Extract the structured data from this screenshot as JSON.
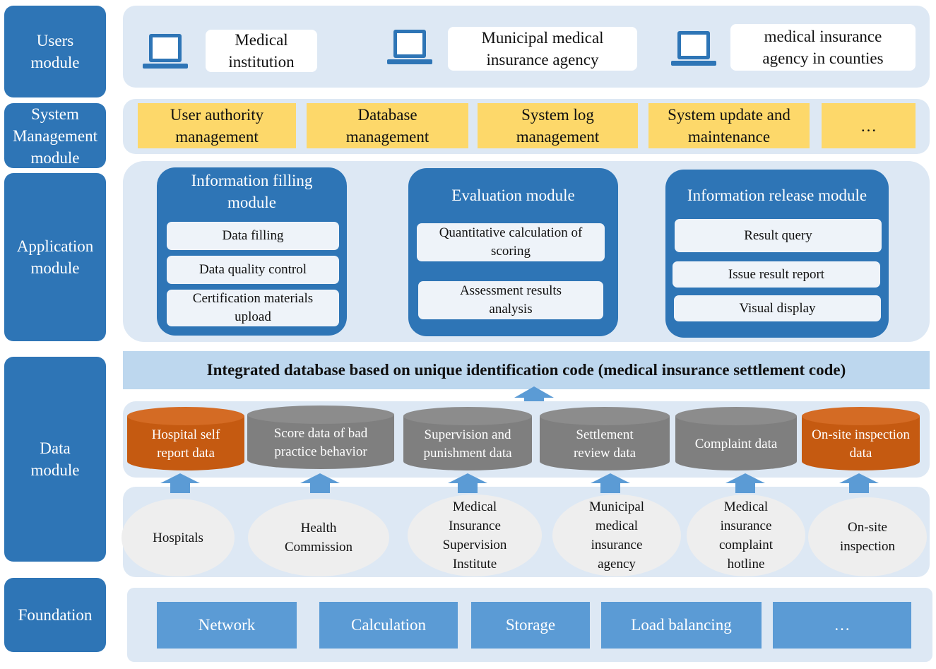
{
  "modules": {
    "users": "Users module",
    "system": "System Management module",
    "application": "Application module",
    "data": "Data module",
    "foundation": "Foundation"
  },
  "users": {
    "medical_institution": "Medical institution",
    "municipal_agency": "Municipal medical insurance agency",
    "county_agency": "medical insurance agency in counties"
  },
  "system_management": {
    "user_authority": "User authority management",
    "database": "Database management",
    "system_log": "System log management",
    "system_update": "System update and maintenance",
    "more": "…"
  },
  "application": {
    "filling": {
      "title": "Information filling module",
      "items": [
        "Data filling",
        "Data quality control",
        "Certification materials upload"
      ]
    },
    "evaluation": {
      "title": "Evaluation module",
      "items": [
        "Quantitative calculation of scoring",
        "Assessment results analysis"
      ]
    },
    "release": {
      "title": "Information release module",
      "items": [
        "Result query",
        "Issue result report",
        "Visual display"
      ]
    }
  },
  "data": {
    "integrated_db": "Integrated database based on unique identification code (medical insurance settlement code)",
    "databases": [
      "Hospital self report data",
      "Score data of bad practice behavior",
      "Supervision and punishment data",
      "Settlement review data",
      "Complaint data",
      "On-site inspection data"
    ],
    "sources": [
      "Hospitals",
      "Health Commission",
      "Medical Insurance Supervision Institute",
      "Municipal medical insurance agency",
      "Medical insurance complaint hotline",
      "On-site inspection"
    ]
  },
  "foundation": {
    "items": [
      "Network",
      "Calculation",
      "Storage",
      "Load balancing",
      "…"
    ]
  },
  "colors": {
    "module_blue": "#2e75b6",
    "band_light": "#dde8f4",
    "management_yellow": "#fdd86a",
    "db_orange": "#c55a11",
    "db_gray": "#7f7f7f",
    "arrow_blue": "#5b9bd5",
    "integrated_bar": "#bdd7ee"
  },
  "icons": {
    "user_terminal": "laptop-icon",
    "database": "database-cylinder-icon",
    "flow": "up-arrow-icon"
  }
}
